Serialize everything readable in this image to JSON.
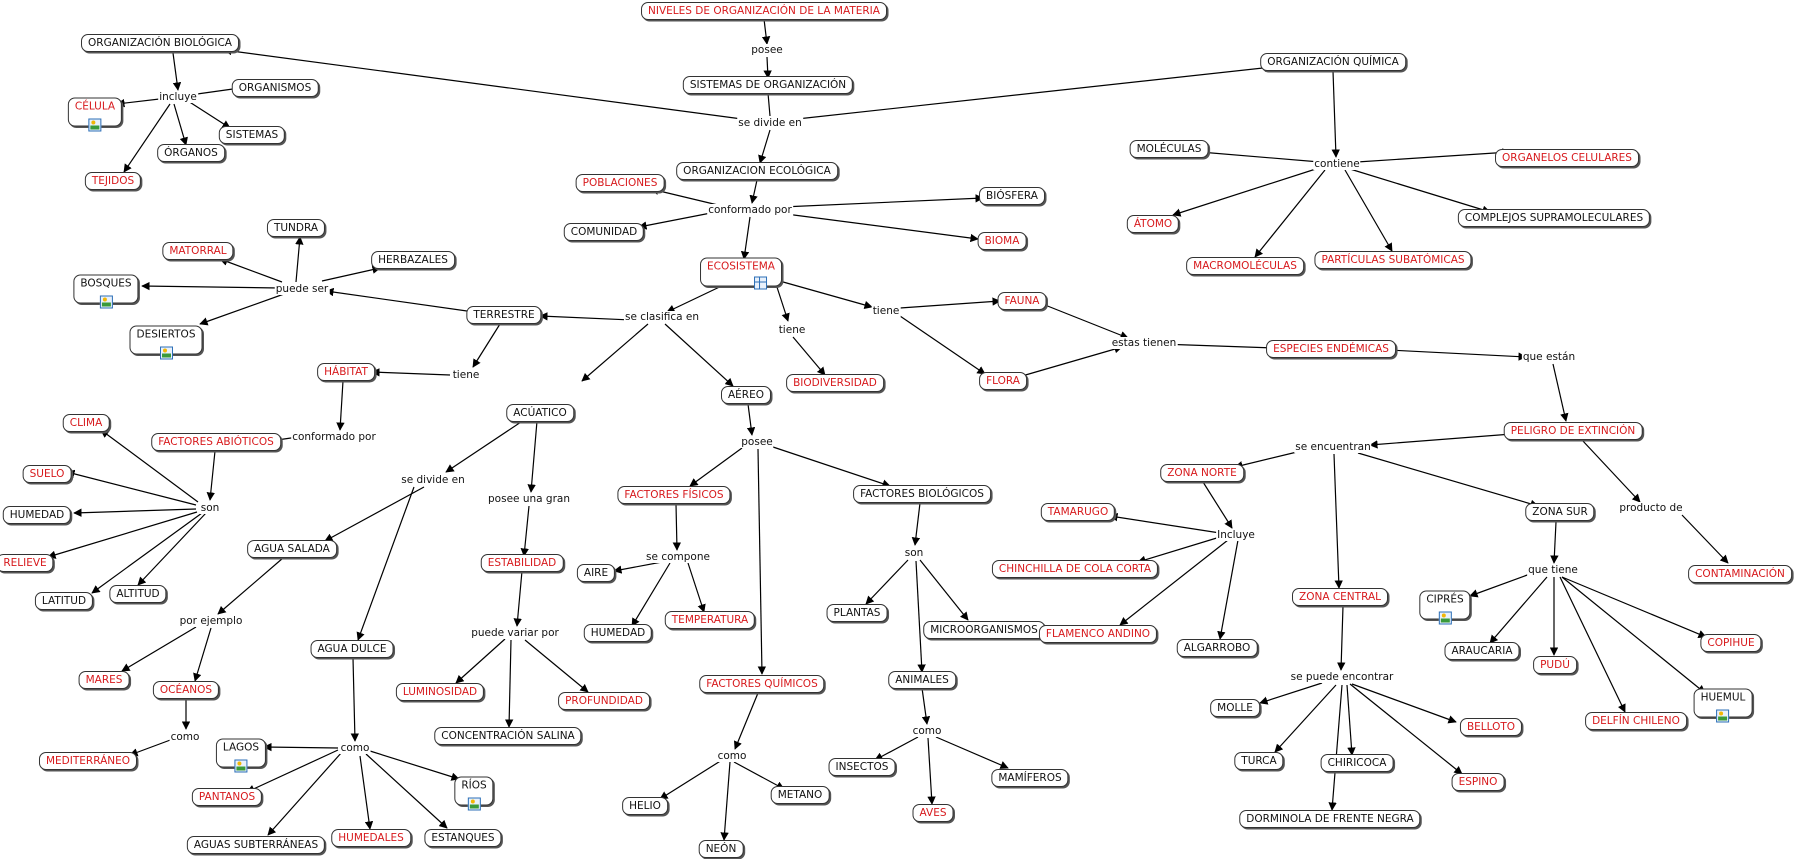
{
  "concepts": {
    "niveles": "NIVELES DE ORGANIZACIÓN DE LA MATERIA",
    "sistemas_org": "SISTEMAS DE ORGANIZACIÓN",
    "org_biologica": "ORGANIZACIÓN BIOLÓGICA",
    "org_quimica": "ORGANIZACIÓN QUÍMICA",
    "org_ecologica": "ORGANIZACION ECOLÓGICA",
    "organismos": "ORGANISMOS",
    "celula": "CÉLULA",
    "sistemas": "SISTEMAS",
    "organos": "ÓRGANOS",
    "tejidos": "TEJIDOS",
    "moleculas": "MOLÉCULAS",
    "organelos": "ORGANELOS CELULARES",
    "atomo": "ÁTOMO",
    "complejos": "COMPLEJOS SUPRAMOLECULARES",
    "macromoleculas": "MACROMOLÉCULAS",
    "particulas": "PARTÍCULAS SUBATÓMICAS",
    "poblaciones": "POBLACIONES",
    "biosfera": "BIÓSFERA",
    "comunidad": "COMUNIDAD",
    "bioma": "BIOMA",
    "ecosistema": "ECOSISTEMA",
    "tundra": "TUNDRA",
    "matorral": "MATORRAL",
    "herbazales": "HERBAZALES",
    "bosques": "BOSQUES",
    "desiertos": "DESIERTOS",
    "terrestre": "TERRESTRE",
    "habitat": "HÁBITAT",
    "acuatico": "ACÚATICO",
    "aereo": "AÉREO",
    "biodiversidad": "BIODIVERSIDAD",
    "fauna": "FAUNA",
    "flora": "FLORA",
    "especies_endemicas": "ESPECIES ENDÉMICAS",
    "peligro": "PELIGRO DE EXTINCIÓN",
    "clima": "CLIMA",
    "factores_abioticos": "FACTORES ABIÓTICOS",
    "suelo": "SUELO",
    "humedad1": "HUMEDAD",
    "relieve": "RELIEVE",
    "latitud": "LATITUD",
    "altitud": "ALTITUD",
    "agua_salada": "AGUA SALADA",
    "mares": "MARES",
    "oceanos": "OCÉANOS",
    "mediterraneo": "MEDITERRÁNEO",
    "agua_dulce": "AGUA DULCE",
    "lagos": "LAGOS",
    "rios": "RÍOS",
    "pantanos": "PANTANOS",
    "aguas_subterraneas": "AGUAS SUBTERRÁNEAS",
    "humedales": "HUMEDALES",
    "estanques": "ESTANQUES",
    "estabilidad": "ESTABILIDAD",
    "luminosidad": "LUMINOSIDAD",
    "profundidad": "PROFUNDIDAD",
    "concentracion": "CONCENTRACIÓN SALINA",
    "factores_fisicos": "FACTORES FÍSICOS",
    "aire": "AIRE",
    "humedad2": "HUMEDAD",
    "temperatura": "TEMPERATURA",
    "factores_biologicos": "FACTORES BIOLÓGICOS",
    "plantas": "PLANTAS",
    "microorganismos": "MICROORGANISMOS",
    "animales": "ANIMALES",
    "insectos": "INSECTOS",
    "mamiferos": "MAMÍFEROS",
    "aves": "AVES",
    "factores_quimicos": "FACTORES QUÍMICOS",
    "helio": "HELIO",
    "metano": "METANO",
    "neon": "NEÓN",
    "zona_norte": "ZONA NORTE",
    "tamarugo": "TAMARUGO",
    "chinchilla": "CHINCHILLA DE COLA CORTA",
    "flamenco": "FLAMENCO ANDINO",
    "algarrobo": "ALGARROBO",
    "zona_central": "ZONA CENTRAL",
    "molle": "MOLLE",
    "belloto": "BELLOTO",
    "turca": "TURCA",
    "chiricoca": "CHIRICOCA",
    "espino": "ESPINO",
    "dorminola": "DORMINOLA DE FRENTE NEGRA",
    "zona_sur": "ZONA SUR",
    "cipres": "CIPRÉS",
    "araucaria": "ARAUCARIA",
    "pudu": "PUDÚ",
    "copihue": "COPIHUE",
    "huemul": "HUEMUL",
    "delfin": "DELFÍN CHILENO",
    "contaminacion": "CONTAMINACIÓN"
  },
  "linking_phrases": {
    "posee": "posee",
    "se_divide_en_main": "se divide en",
    "incluye_bio": "incluye",
    "contiene": "contiene",
    "conformado_por_eco": "conformado por",
    "se_clasifica_en": "se clasifica en",
    "tiene_biodiv": "tiene",
    "tiene_fauna": "tiene",
    "estas_tienen": "estas tienen",
    "que_estan": "que están",
    "puede_ser": "puede ser",
    "tiene_habitat": "tiene",
    "conformado_por_hab": "conformado por",
    "son_abioticos": "son",
    "se_divide_en_acu": "se divide en",
    "posee_una_gran": "posee una gran",
    "posee_aereo": "posee",
    "por_ejemplo": "por ejemplo",
    "como_oceanos": "como",
    "como_agua_dulce": "como",
    "puede_variar_por": "puede variar por",
    "se_compone": "se compone",
    "son_bio": "son",
    "como_animales": "como",
    "como_quimicos": "como",
    "se_encuentran": "se encuentran",
    "incluye_norte": "Incluye",
    "se_puede_encontrar": "se puede encontrar",
    "que_tiene": "que tiene",
    "producto_de": "producto de"
  },
  "colors": {
    "concept_red": "#d7191c",
    "concept_black": "#111111",
    "line": "#000000",
    "image_icon": "#2c6fb7"
  }
}
